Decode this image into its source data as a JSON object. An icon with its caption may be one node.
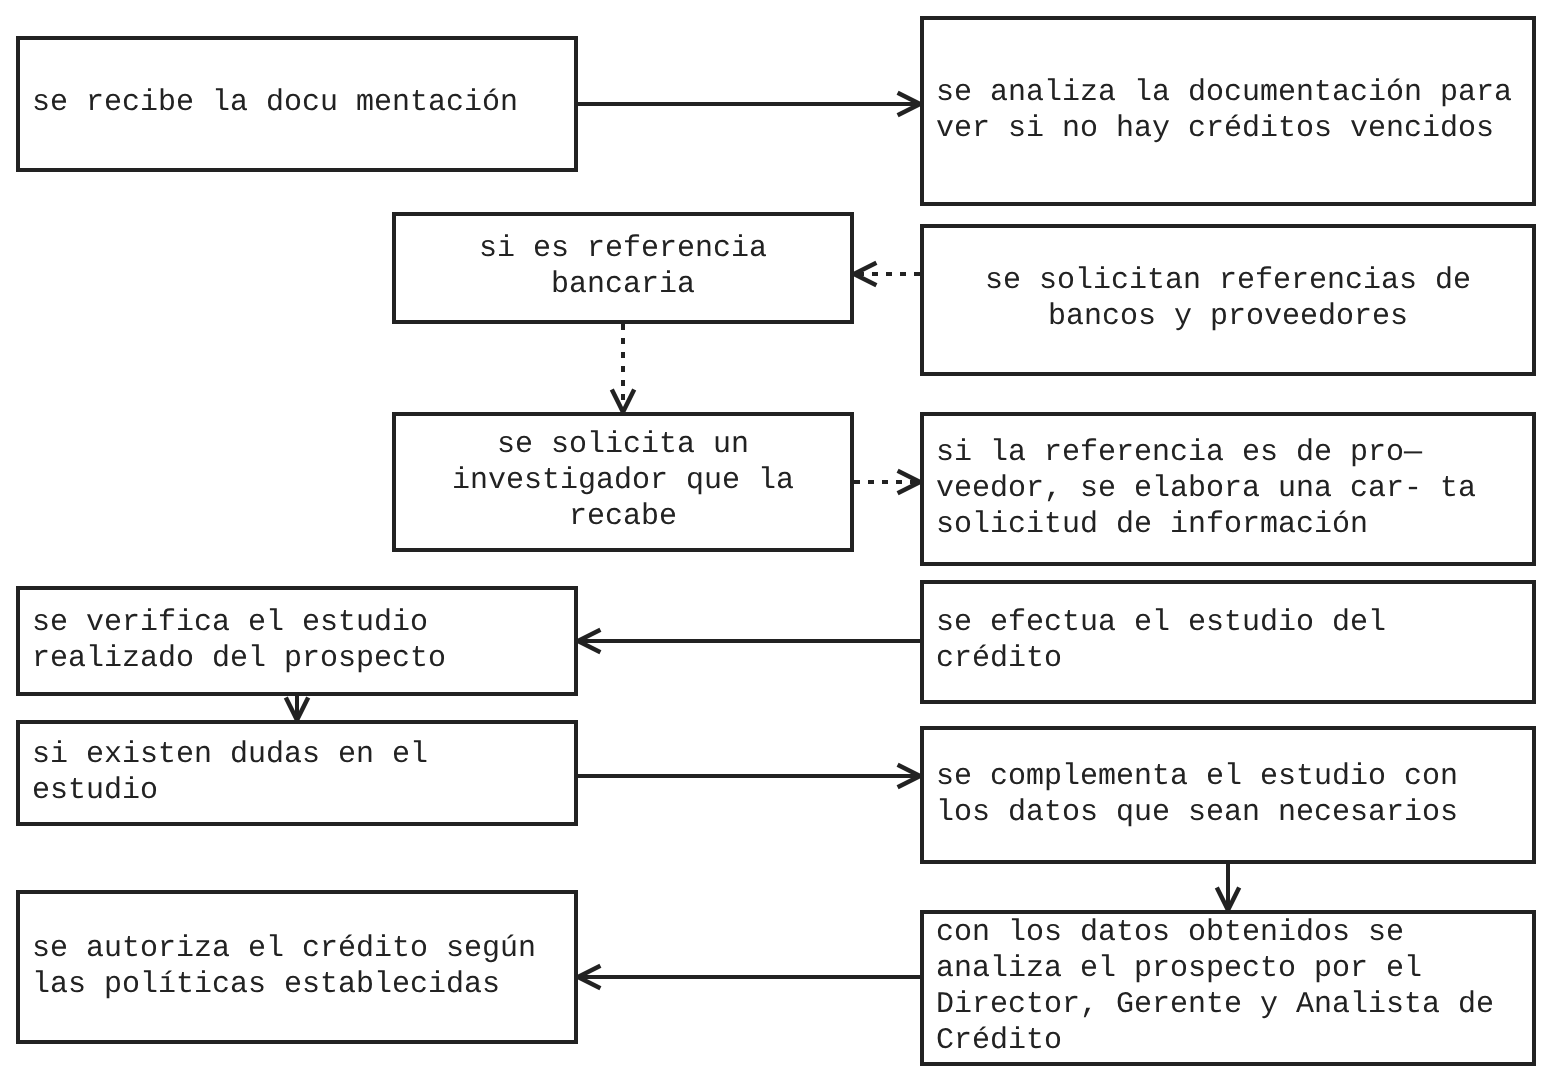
{
  "diagram": {
    "nodes": [
      {
        "text": [
          "se recibe la docu mentación"
        ]
      },
      {
        "text": [
          "se analiza la documentación para ver si no hay créditos vencidos"
        ]
      },
      {
        "text": [
          "si es referencia bancaria"
        ]
      },
      {
        "text": [
          "se solicitan referencias de bancos y proveedores"
        ]
      },
      {
        "text": [
          "se solicita un investigador que la recabe"
        ]
      },
      {
        "text": [
          "si la referencia es de pro— veedor, se elabora una car- ta solicitud de información"
        ]
      },
      {
        "text": [
          "se verifica el estudio realizado del prospecto"
        ]
      },
      {
        "text": [
          "se efectua el estudio del crédito"
        ]
      },
      {
        "text": [
          "si existen dudas en el estudio"
        ]
      },
      {
        "text": [
          "se complementa el estudio con los datos que sean necesarios"
        ]
      },
      {
        "text": [
          "se autoriza el crédito según las políticas establecidas"
        ]
      },
      {
        "text": [
          "con los datos obtenidos se analiza el prospecto por el Director, Gerente y Analista de Crédito"
        ]
      }
    ],
    "edges": [
      {
        "from": 0,
        "to": 1,
        "arrow": "to"
      },
      {
        "from": 3,
        "to": 2,
        "arrow": "to",
        "style": "dashed"
      },
      {
        "from": 2,
        "to": 4,
        "arrow": "to",
        "style": "dashed"
      },
      {
        "from": 4,
        "to": 5,
        "arrow": "to",
        "style": "dashed"
      },
      {
        "from": 7,
        "to": 6,
        "arrow": "to"
      },
      {
        "from": 6,
        "to": 8,
        "arrow": "to"
      },
      {
        "from": 8,
        "to": 9,
        "arrow": "to"
      },
      {
        "from": 9,
        "to": 11,
        "arrow": "to"
      },
      {
        "from": 11,
        "to": 10,
        "arrow": "to"
      }
    ]
  }
}
